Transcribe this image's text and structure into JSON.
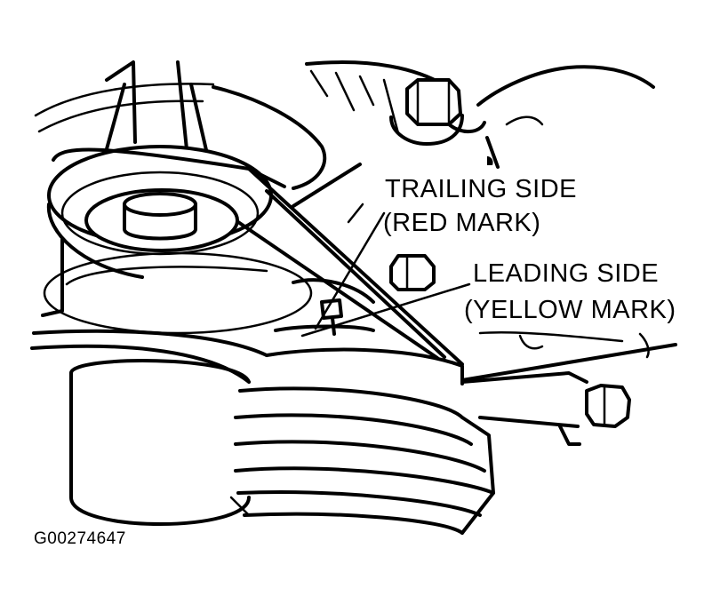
{
  "labels": {
    "trailing_line1": "TRAILING SIDE",
    "trailing_line2": "(RED MARK)",
    "leading_line1": "LEADING SIDE",
    "leading_line2": "(YELLOW MARK)"
  },
  "figure_id": "G00274647"
}
